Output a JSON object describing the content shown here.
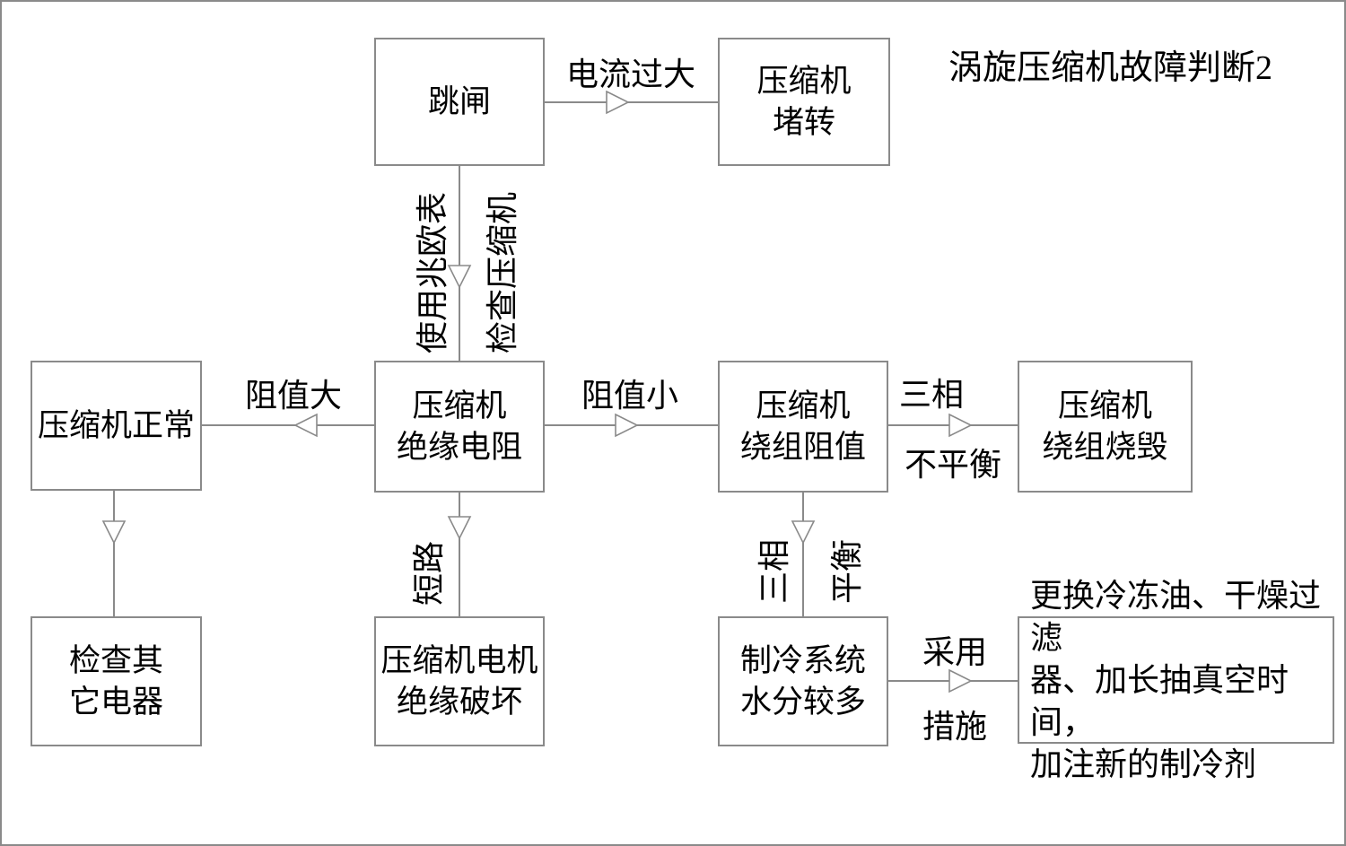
{
  "title": "涡旋压缩机故障判断2",
  "nodes": {
    "trip": "跳闸",
    "locked_rotor": "压缩机\n堵转",
    "compressor_normal": "压缩机正常",
    "insulation_resistance": "压缩机\n绝缘电阻",
    "winding_resistance": "压缩机\n绕组阻值",
    "winding_burnout": "压缩机\n绕组烧毁",
    "check_other_electrics": "检查其\n它电器",
    "motor_insulation_damage": "压缩机电机\n绝缘破坏",
    "system_moisture": "制冷系统\n水分较多",
    "measures": "更换冷冻油、干燥过滤\n器、加长抽真空时间，\n加注新的制冷剂"
  },
  "edge_labels": {
    "overcurrent": "电流过大",
    "use_megohmmeter": "使用兆欧表",
    "check_compressor": "检查压缩机",
    "resistance_large": "阻值大",
    "resistance_small": "阻值小",
    "three_phase": "三相",
    "unbalanced": "不平衡",
    "short_circuit": "短路",
    "three_phase_vertical": "三相",
    "balanced": "平衡",
    "adopt": "采用",
    "measures_word": "措施"
  },
  "colors": {
    "line": "#8a8a8a",
    "text": "#000000",
    "background": "#ffffff"
  }
}
